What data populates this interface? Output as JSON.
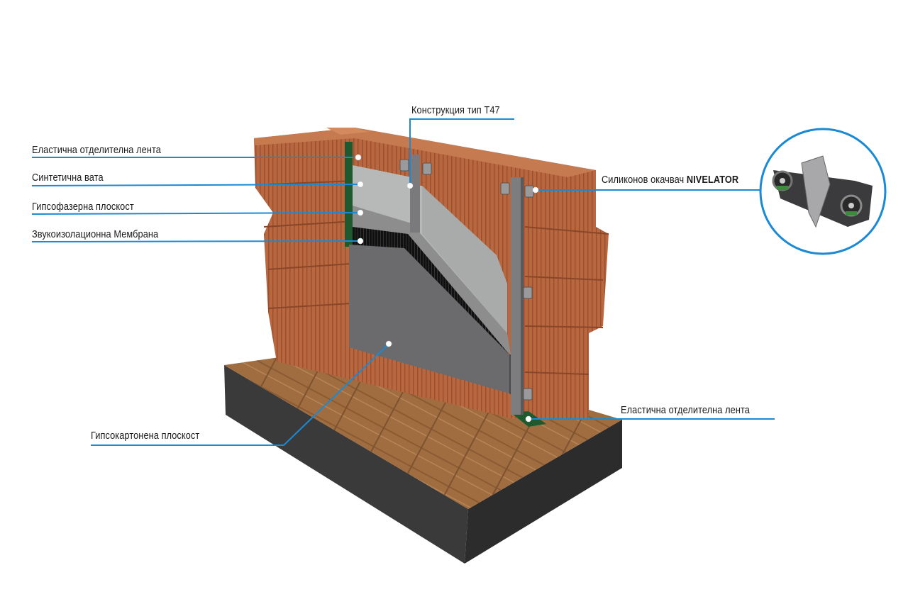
{
  "labels": {
    "tape_top": "Еластична отделителна лента",
    "wool": "Синтетична вата",
    "fiberboard": "Гипсофазерна плоскост",
    "membrane": "Звукоизолационна Мембрана",
    "structure": "Конструкция тип Т47",
    "hanger_prefix": "Силиконов окачвач",
    "hanger_brand": "NIVELATOR",
    "tape_bottom": "Еластична отделителна лента",
    "drywall": "Гипсокартонена плоскост"
  },
  "colors": {
    "leader": "#1a8ad4",
    "brick": "#b8673f",
    "concrete": "#3e3e3e",
    "wood": "#9c6a3e",
    "tape": "#1f5a2e"
  }
}
